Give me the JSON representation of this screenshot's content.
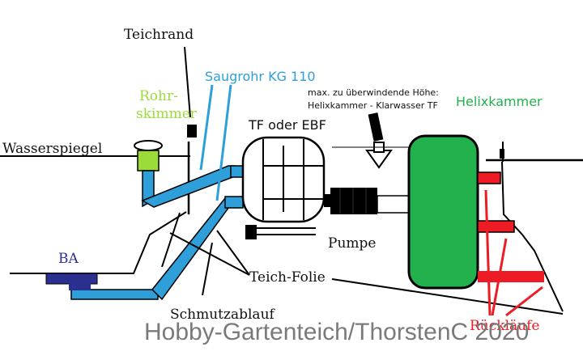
{
  "labels": {
    "teichrand": "Teichrand",
    "saugrohr": "Saugrohr KG 110",
    "rohrskimmer_line1": "Rohr-",
    "rohrskimmer_line2": "skimmer",
    "tf_ebf": "TF oder EBF",
    "hoehe_line1": "max. zu überwindende Höhe:",
    "hoehe_line2": "Helixkammer - Klarwasser TF",
    "helixkammer": "Helixkammer",
    "wasserspiegel": "Wasserspiegel",
    "pumpe": "Pumpe",
    "ba": "BA",
    "teichfolie": "Teich-Folie",
    "schmutzablauf": "Schmutzablauf",
    "ruecklaeufe": "Rückläufe"
  },
  "watermark": "Hobby-Gartenteich/ThorstenC 2020",
  "colors": {
    "pipe_blue": "#2e9fd8",
    "skimmer_green": "#9bdc3a",
    "helix_green": "#22b14c",
    "return_red": "#ed1c24",
    "ba_navy": "#2b2f8f",
    "label_blue": "#2e9fd8",
    "label_lime": "#9bdc3a",
    "label_green": "#22b14c",
    "label_navy": "#2b2f8f",
    "label_red": "#ed1c24"
  }
}
